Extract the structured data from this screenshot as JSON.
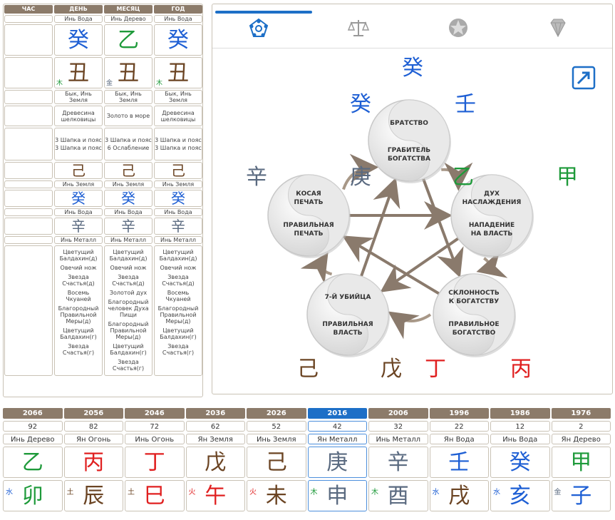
{
  "colors": {
    "fire": "#e02020",
    "earth": "#6b4423",
    "metal": "#5a6a80",
    "water": "#1e5fd4",
    "wood": "#1e9a3a"
  },
  "left": {
    "headers": [
      "ЧАС",
      "ДЕНЬ",
      "МЕСЯЦ",
      "ГОД"
    ],
    "stem_el": [
      "",
      "Инь Вода",
      "Инь Дерево",
      "Инь Вода"
    ],
    "stem": [
      {
        "g": "",
        "c": ""
      },
      {
        "g": "癸",
        "c": "water"
      },
      {
        "g": "乙",
        "c": "wood"
      },
      {
        "g": "癸",
        "c": "water"
      }
    ],
    "branch": [
      {
        "g": "",
        "c": "",
        "e": "",
        "ec": ""
      },
      {
        "g": "丑",
        "c": "earth",
        "e": "木",
        "ec": "wood"
      },
      {
        "g": "丑",
        "c": "earth",
        "e": "金",
        "ec": "metal"
      },
      {
        "g": "丑",
        "c": "earth",
        "e": "木",
        "ec": "wood"
      }
    ],
    "branch_desc": [
      "",
      "Бык, Инь Земля",
      "Бык, Инь Земля",
      "Бык, Инь Земля"
    ],
    "nayin": [
      "",
      "Древесина шелковицы",
      "Золото в море",
      "Древесина шелковицы"
    ],
    "stages": [
      [],
      [
        "3 Шапка и пояс",
        "3 Шапка и пояс"
      ],
      [
        "3 Шапка и пояс",
        "6 Ослабление"
      ],
      [
        "3 Шапка и пояс",
        "3 Шапка и пояс"
      ]
    ],
    "hidden1": [
      {
        "g": "",
        "c": ""
      },
      {
        "g": "己",
        "c": "earth"
      },
      {
        "g": "己",
        "c": "earth"
      },
      {
        "g": "己",
        "c": "earth"
      }
    ],
    "hidden1_el": [
      "",
      "Инь Земля",
      "Инь Земля",
      "Инь Земля"
    ],
    "hidden2": [
      {
        "g": "",
        "c": ""
      },
      {
        "g": "癸",
        "c": "water"
      },
      {
        "g": "癸",
        "c": "water"
      },
      {
        "g": "癸",
        "c": "water"
      }
    ],
    "hidden2_el": [
      "",
      "Инь Вода",
      "Инь Вода",
      "Инь Вода"
    ],
    "hidden3": [
      {
        "g": "",
        "c": ""
      },
      {
        "g": "辛",
        "c": "metal"
      },
      {
        "g": "辛",
        "c": "metal"
      },
      {
        "g": "辛",
        "c": "metal"
      }
    ],
    "hidden3_el": [
      "",
      "Инь Металл",
      "Инь Металл",
      "Инь Металл"
    ],
    "stars": [
      [],
      [
        "Цветущий Балдахин(д)",
        "Овечий нож",
        "Звезда Счастья(д)",
        "Восемь Чкуаней",
        "Благородный Правильной Меры(д)",
        "Цветущий Балдахин(г)",
        "Звезда Счастья(г)"
      ],
      [
        "Цветущий Балдахин(д)",
        "Овечий нож",
        "Звезда Счастья(д)",
        "Золотой дух",
        "Благородный человек Духа Пищи",
        "Благородный Правильной Меры(д)",
        "Цветущий Балдахин(г)",
        "Звезда Счастья(г)"
      ],
      [
        "Цветущий Балдахин(д)",
        "Овечий нож",
        "Звезда Счастья(д)",
        "Восемь Чкуаней",
        "Благородный Правильной Меры(д)",
        "Цветущий Балдахин(г)",
        "Звезда Счастья(г)"
      ]
    ]
  },
  "tabs": [
    {
      "icon": "pentagon-flower-icon"
    },
    {
      "icon": "scales-icon"
    },
    {
      "icon": "pentagram-circle-icon"
    },
    {
      "icon": "diamond-icon"
    }
  ],
  "diagram": {
    "circles": [
      {
        "id": "top",
        "top": "БРАТСТВО",
        "bottom": "ГРАБИТЕЛЬ БОГАТСТВА"
      },
      {
        "id": "right",
        "top": "ДУХ НАСЛАЖДЕНИЯ",
        "bottom": "НАПАДЕНИЕ НА ВЛАСТЬ"
      },
      {
        "id": "bright",
        "top": "СКЛОННОСТЬ К БОГАТСТВУ",
        "bottom": "ПРАВИЛЬНОЕ БОГАТСТВО"
      },
      {
        "id": "bleft",
        "top": "7-Й УБИЙЦА",
        "bottom": "ПРАВИЛЬНАЯ ВЛАСТЬ"
      },
      {
        "id": "left",
        "top": "КОСАЯ ПЕЧАТЬ",
        "bottom": "ПРАВИЛЬНАЯ ПЕЧАТЬ"
      }
    ],
    "glyphs": [
      {
        "g": "癸",
        "c": "water",
        "pos": "top-top"
      },
      {
        "g": "癸",
        "c": "water",
        "pos": "top-left"
      },
      {
        "g": "壬",
        "c": "water",
        "pos": "top-right"
      },
      {
        "g": "乙",
        "c": "wood",
        "pos": "right-left"
      },
      {
        "g": "甲",
        "c": "wood",
        "pos": "right-right"
      },
      {
        "g": "丁",
        "c": "fire",
        "pos": "bright-left"
      },
      {
        "g": "丙",
        "c": "fire",
        "pos": "bright-right"
      },
      {
        "g": "己",
        "c": "earth",
        "pos": "bleft-left"
      },
      {
        "g": "戊",
        "c": "earth",
        "pos": "bleft-right"
      },
      {
        "g": "辛",
        "c": "metal",
        "pos": "left-left"
      },
      {
        "g": "庚",
        "c": "metal",
        "pos": "left-right"
      }
    ]
  },
  "pillars": [
    {
      "year": "2066",
      "age": "92",
      "el": "Инь Дерево",
      "stem": "乙",
      "sc": "wood",
      "branch": "卯",
      "bc": "wood",
      "e": "水",
      "ec": "water",
      "active": false
    },
    {
      "year": "2056",
      "age": "82",
      "el": "Ян Огонь",
      "stem": "丙",
      "sc": "fire",
      "branch": "辰",
      "bc": "earth",
      "e": "土",
      "ec": "earth",
      "active": false
    },
    {
      "year": "2046",
      "age": "72",
      "el": "Инь Огонь",
      "stem": "丁",
      "sc": "fire",
      "branch": "巳",
      "bc": "fire",
      "e": "土",
      "ec": "earth",
      "active": false
    },
    {
      "year": "2036",
      "age": "62",
      "el": "Ян Земля",
      "stem": "戊",
      "sc": "earth",
      "branch": "午",
      "bc": "fire",
      "e": "火",
      "ec": "fire",
      "active": false
    },
    {
      "year": "2026",
      "age": "52",
      "el": "Инь Земля",
      "stem": "己",
      "sc": "earth",
      "branch": "未",
      "bc": "earth",
      "e": "火",
      "ec": "fire",
      "active": false
    },
    {
      "year": "2016",
      "age": "42",
      "el": "Ян Металл",
      "stem": "庚",
      "sc": "metal",
      "branch": "申",
      "bc": "metal",
      "e": "木",
      "ec": "wood",
      "active": true
    },
    {
      "year": "2006",
      "age": "32",
      "el": "Инь Металл",
      "stem": "辛",
      "sc": "metal",
      "branch": "酉",
      "bc": "metal",
      "e": "木",
      "ec": "wood",
      "active": false
    },
    {
      "year": "1996",
      "age": "22",
      "el": "Ян Вода",
      "stem": "壬",
      "sc": "water",
      "branch": "戌",
      "bc": "earth",
      "e": "水",
      "ec": "water",
      "active": false
    },
    {
      "year": "1986",
      "age": "12",
      "el": "Инь Вода",
      "stem": "癸",
      "sc": "water",
      "branch": "亥",
      "bc": "water",
      "e": "水",
      "ec": "water",
      "active": false
    },
    {
      "year": "1976",
      "age": "2",
      "el": "Ян Дерево",
      "stem": "甲",
      "sc": "wood",
      "branch": "子",
      "bc": "water",
      "e": "金",
      "ec": "metal",
      "active": false
    }
  ]
}
